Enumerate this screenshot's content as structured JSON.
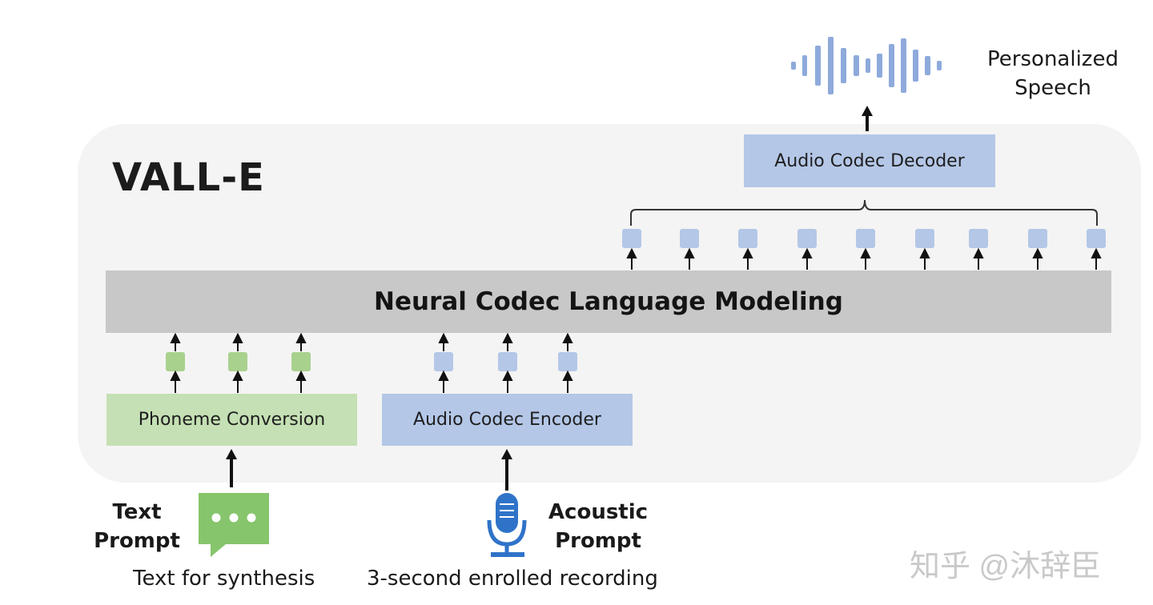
{
  "title": "VALL-E",
  "output": {
    "label_line1": "Personalized",
    "label_line2": "Speech"
  },
  "decoder": {
    "label": "Audio Codec Decoder"
  },
  "language_model": {
    "label": "Neural Codec Language Modeling"
  },
  "phoneme": {
    "label": "Phoneme Conversion"
  },
  "encoder": {
    "label": "Audio Codec Encoder"
  },
  "text_prompt": {
    "label_line1": "Text",
    "label_line2": "Prompt",
    "caption": "Text for synthesis"
  },
  "acoustic_prompt": {
    "label_line1": "Acoustic",
    "label_line2": "Prompt",
    "caption": "3-second enrolled recording"
  },
  "watermark": "知乎 @沐辞臣",
  "colors": {
    "blue_token": "#b4c7e7",
    "green_token": "#a9d18e",
    "lm_gray": "#c8c8c8",
    "panel": "#f4f4f4",
    "icon_blue": "#2f73c9",
    "icon_green": "#86c56b"
  }
}
